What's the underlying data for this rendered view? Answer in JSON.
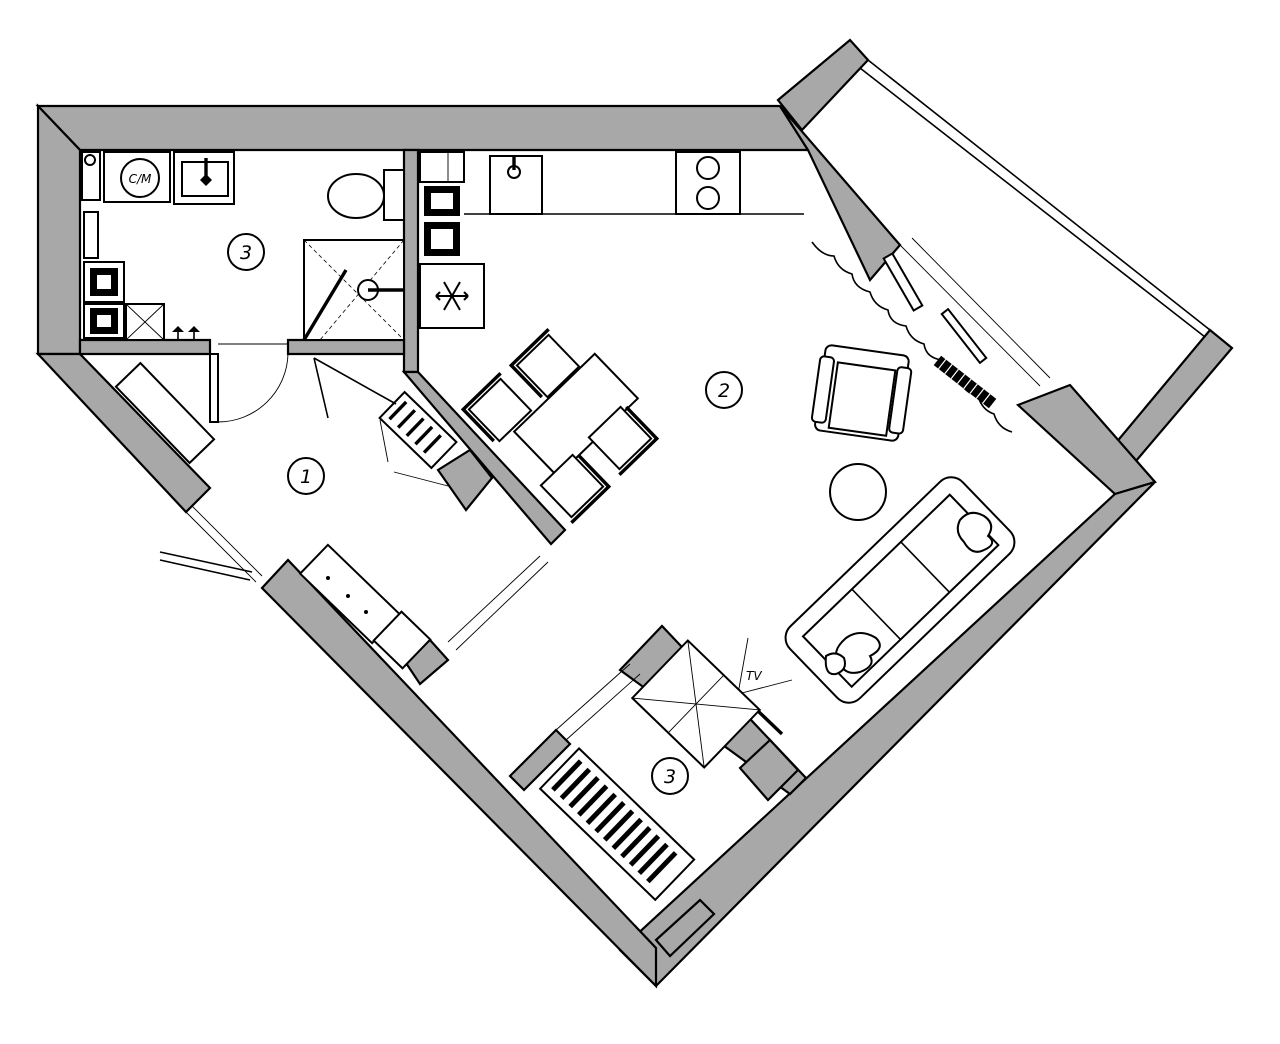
{
  "rooms": [
    {
      "number": "1"
    },
    {
      "number": "2"
    },
    {
      "number": "3"
    },
    {
      "number": "3"
    }
  ],
  "labels": {
    "washer": "С/М",
    "tv": "TV"
  },
  "icons": {
    "fridge": "snowflake-icon"
  },
  "colors": {
    "wall_fill": "#a8a8a8",
    "line": "#000000",
    "background": "#ffffff"
  }
}
